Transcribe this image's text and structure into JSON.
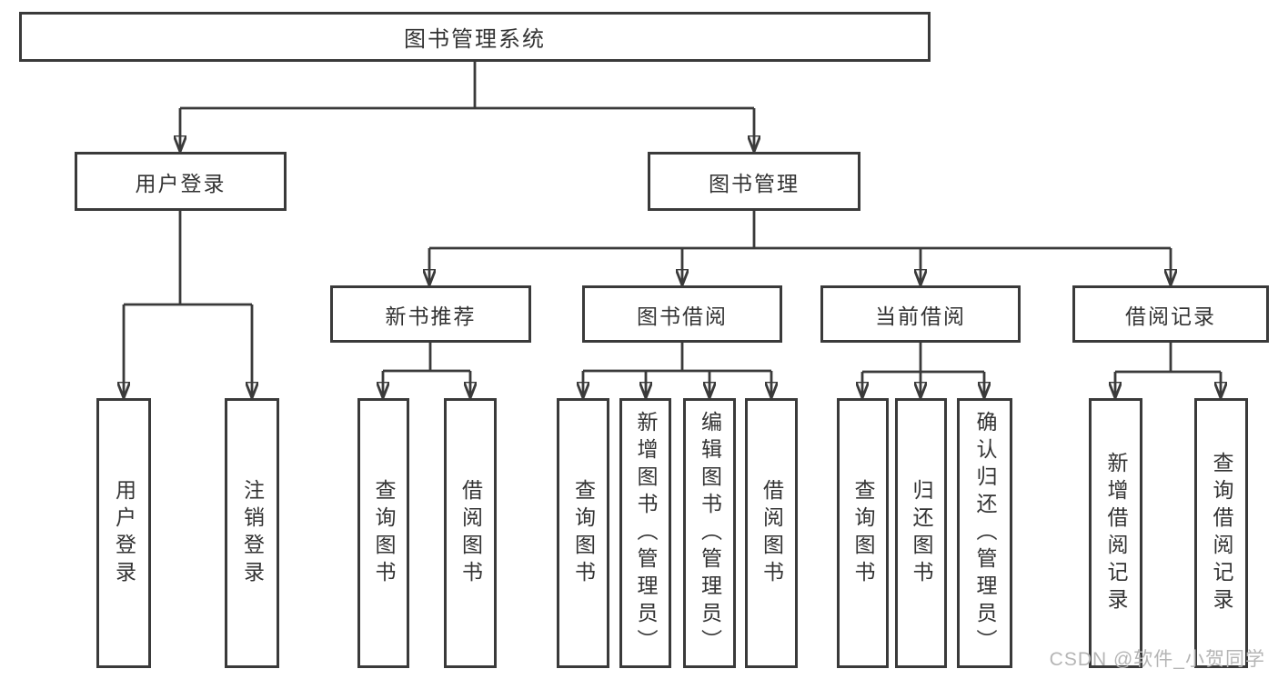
{
  "diagram": {
    "type": "hierarchy-tree",
    "title": "图书管理系统"
  },
  "tree": {
    "root": {
      "label": "图书管理系统"
    },
    "children": [
      {
        "label": "用户登录",
        "children": [
          {
            "label": "用户登录"
          },
          {
            "label": "注销登录"
          }
        ]
      },
      {
        "label": "图书管理",
        "children": [
          {
            "label": "新书推荐",
            "children": [
              {
                "label": "查询图书"
              },
              {
                "label": "借阅图书"
              }
            ]
          },
          {
            "label": "图书借阅",
            "children": [
              {
                "label": "查询图书"
              },
              {
                "label": "新增图书（管理员）"
              },
              {
                "label": "编辑图书（管理员）"
              },
              {
                "label": "借阅图书"
              }
            ]
          },
          {
            "label": "当前借阅",
            "children": [
              {
                "label": "查询图书"
              },
              {
                "label": "归还图书"
              },
              {
                "label": "确认归还（管理员）"
              }
            ]
          },
          {
            "label": "借阅记录",
            "children": [
              {
                "label": "新增借阅记录"
              },
              {
                "label": "查询借阅记录"
              }
            ]
          }
        ]
      }
    ]
  },
  "watermark": {
    "text": "CSDN @软件_小贺同学",
    "color": "#b5b5b5"
  },
  "colors": {
    "line": "#3a3a3a",
    "box_border": "#3a3a3a",
    "text": "#333333",
    "background": "#ffffff"
  }
}
